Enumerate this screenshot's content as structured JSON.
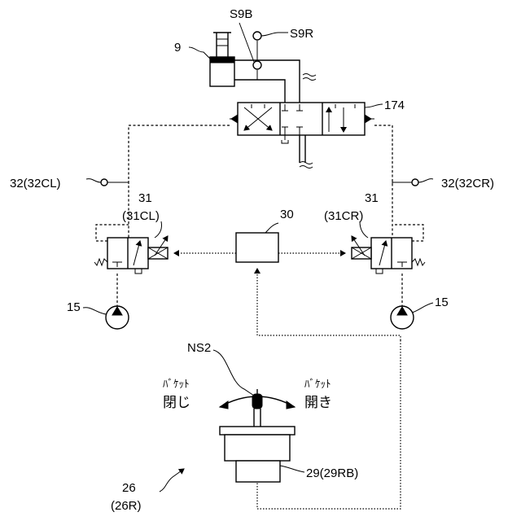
{
  "labels": {
    "cylinder": "9",
    "sensor_bottom": "S9B",
    "sensor_rod": "S9R",
    "control_valve": "174",
    "pressure_sensor_left": "32(32CL)",
    "pressure_sensor_right": "32(32CR)",
    "proportional_valve_left_num": "31",
    "proportional_valve_left_sub": "(31CL)",
    "proportional_valve_right_num": "31",
    "proportional_valve_right_sub": "(31CR)",
    "controller": "30",
    "pump_left": "15",
    "pump_right": "15",
    "lever_sensor": "NS2",
    "bucket_close_top": "ﾊﾞｹｯﾄ",
    "bucket_close_bottom": "閉じ",
    "bucket_open_top": "ﾊﾞｹｯﾄ",
    "bucket_open_bottom": "開き",
    "operation_device_num": "26",
    "operation_device_sub": "(26R)",
    "remote_control_valve": "29(29RB)"
  }
}
